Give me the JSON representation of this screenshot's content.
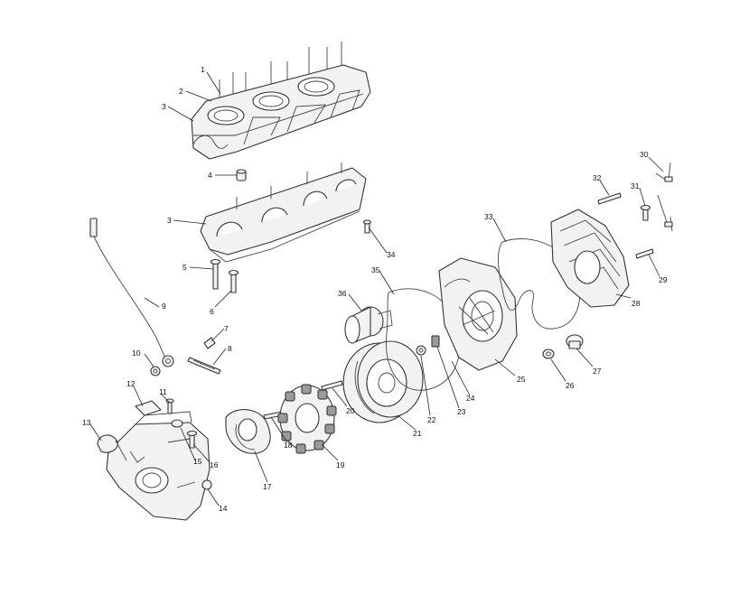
{
  "callouts": [
    {
      "id": "c1",
      "text": "1"
    },
    {
      "id": "c2",
      "text": "2"
    },
    {
      "id": "c3a",
      "text": "3"
    },
    {
      "id": "c4",
      "text": "4"
    },
    {
      "id": "c3b",
      "text": "3"
    },
    {
      "id": "c5",
      "text": "5"
    },
    {
      "id": "c6",
      "text": "6"
    },
    {
      "id": "c7",
      "text": "7"
    },
    {
      "id": "c8",
      "text": "8"
    },
    {
      "id": "c9",
      "text": "9"
    },
    {
      "id": "c10",
      "text": "10"
    },
    {
      "id": "c11",
      "text": "11"
    },
    {
      "id": "c12",
      "text": "12"
    },
    {
      "id": "c13",
      "text": "13"
    },
    {
      "id": "c14",
      "text": "14"
    },
    {
      "id": "c15",
      "text": "15"
    },
    {
      "id": "c16",
      "text": "16"
    },
    {
      "id": "c17",
      "text": "17"
    },
    {
      "id": "c18",
      "text": "18"
    },
    {
      "id": "c19",
      "text": "19"
    },
    {
      "id": "c20",
      "text": "20"
    },
    {
      "id": "c21",
      "text": "21"
    },
    {
      "id": "c22",
      "text": "22"
    },
    {
      "id": "c23",
      "text": "23"
    },
    {
      "id": "c24",
      "text": "24"
    },
    {
      "id": "c25",
      "text": "25"
    },
    {
      "id": "c26",
      "text": "26"
    },
    {
      "id": "c27",
      "text": "27"
    },
    {
      "id": "c28",
      "text": "28"
    },
    {
      "id": "c29",
      "text": "29"
    },
    {
      "id": "c30",
      "text": "30"
    },
    {
      "id": "c31",
      "text": "31"
    },
    {
      "id": "c32",
      "text": "32"
    },
    {
      "id": "c33",
      "text": "33"
    },
    {
      "id": "c34",
      "text": "34"
    },
    {
      "id": "c35",
      "text": "35"
    },
    {
      "id": "c36",
      "text": "36"
    }
  ]
}
